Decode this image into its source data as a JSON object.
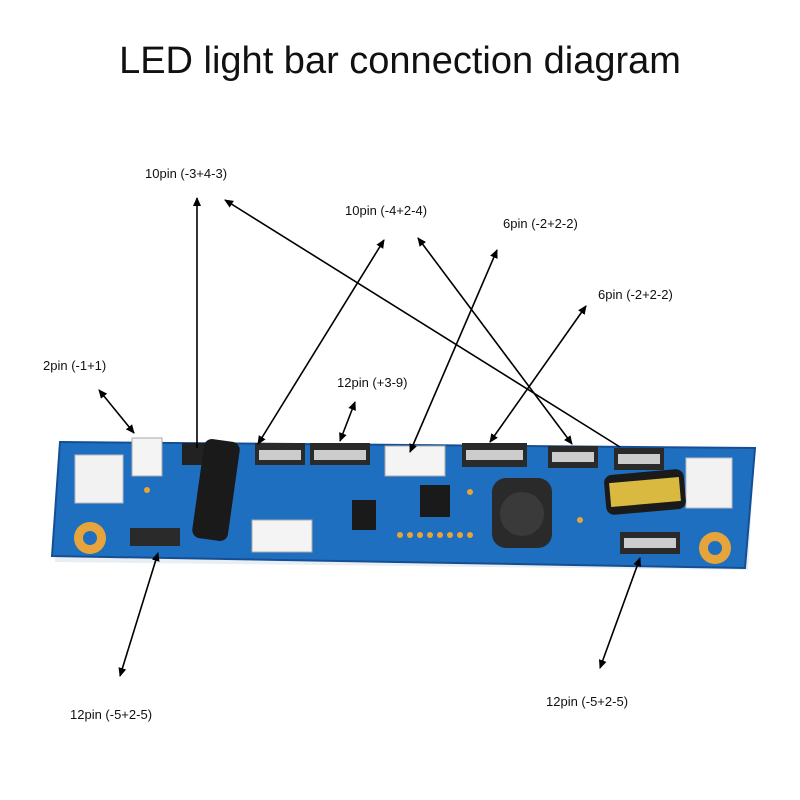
{
  "title": "LED light bar connection diagram",
  "labels": {
    "top_10pin_a": "10pin (-3+4-3)",
    "top_10pin_b": "10pin (-4+2-4)",
    "top_6pin_a": "6pin (-2+2-2)",
    "top_6pin_b": "6pin (-2+2-2)",
    "left_2pin": "2pin (-1+1)",
    "mid_12pin": "12pin (+3-9)",
    "bottom_12pin_left": "12pin (-5+2-5)",
    "bottom_12pin_right": "12pin (-5+2-5)"
  },
  "colors": {
    "board": "#1f6fc0",
    "board_dark": "#154f93",
    "connector": "#f2f2f2",
    "arrow": "#000000"
  }
}
